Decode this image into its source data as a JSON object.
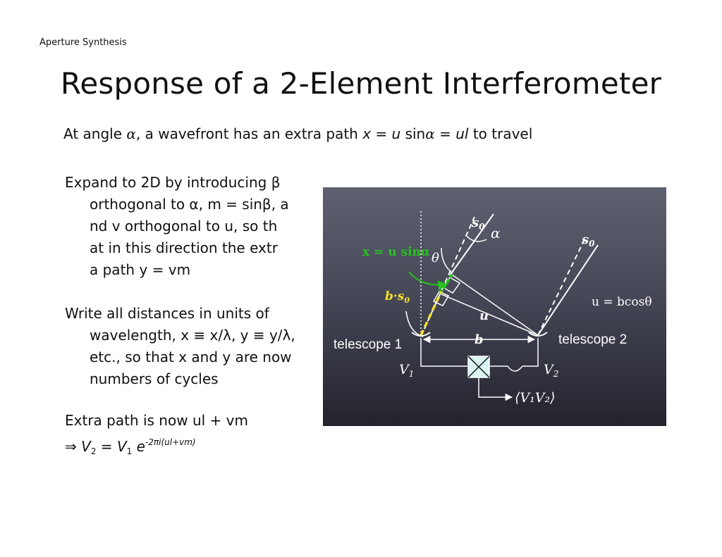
{
  "header": {
    "section": "Aperture Synthesis"
  },
  "slide": {
    "title": "Response of a  2-Element Interferometer"
  },
  "subline": {
    "p1": "At angle ",
    "alpha": "α",
    "p2": ", a  wavefront has  an  extra path ",
    "x": "x",
    "p3": " = ",
    "u": "u",
    "p4": " sin",
    "alpha2": "α",
    "p5": " = ",
    "ul": "ul",
    "p6": " to travel"
  },
  "block1": {
    "l1": "Expand to 2D by  introducing β",
    "l2": "orthogonal to α, m =  sinβ, a",
    "l3": "nd  v orthogonal to u, so  th",
    "l4": "at in  this direction the  extr",
    "l5": "a path  y = vm"
  },
  "block2": {
    "l1": "Write all  distances  in  units of",
    "l2": "wavelength, x ≡ x/λ, y  ≡ y/λ,",
    "l3": "etc., so that x and  y  are now",
    "l4": "numbers of cycles"
  },
  "block3": {
    "l1": "Extra path  is  now ul + vm",
    "implies": "⇒",
    "v": "V",
    "sub2": "2",
    "eq": " = ",
    "v1": "V",
    "sub1": "1",
    "e": " e",
    "exp": "-2πi(ul+vm)"
  },
  "figure": {
    "s0_left": "s",
    "s0_left_sub": "0",
    "alpha_label": "α",
    "s0_right": "s",
    "s0_right_sub": "0",
    "x_eq": "x = u sinα",
    "theta": "θ",
    "bs0": "b·s",
    "bs0_sub": "0",
    "u_eq": "u = bcosθ",
    "u_label": "u",
    "b_label": "b",
    "telescope1": "telescope 1",
    "telescope2": "telescope 2",
    "v1": "V",
    "v1_sub": "1",
    "v2": "V",
    "v2_sub": "2",
    "output": "⟨V₁V₂⟩",
    "colors": {
      "green": "#27c21e",
      "yellow": "#f2e02a",
      "white": "#ffffff"
    }
  }
}
